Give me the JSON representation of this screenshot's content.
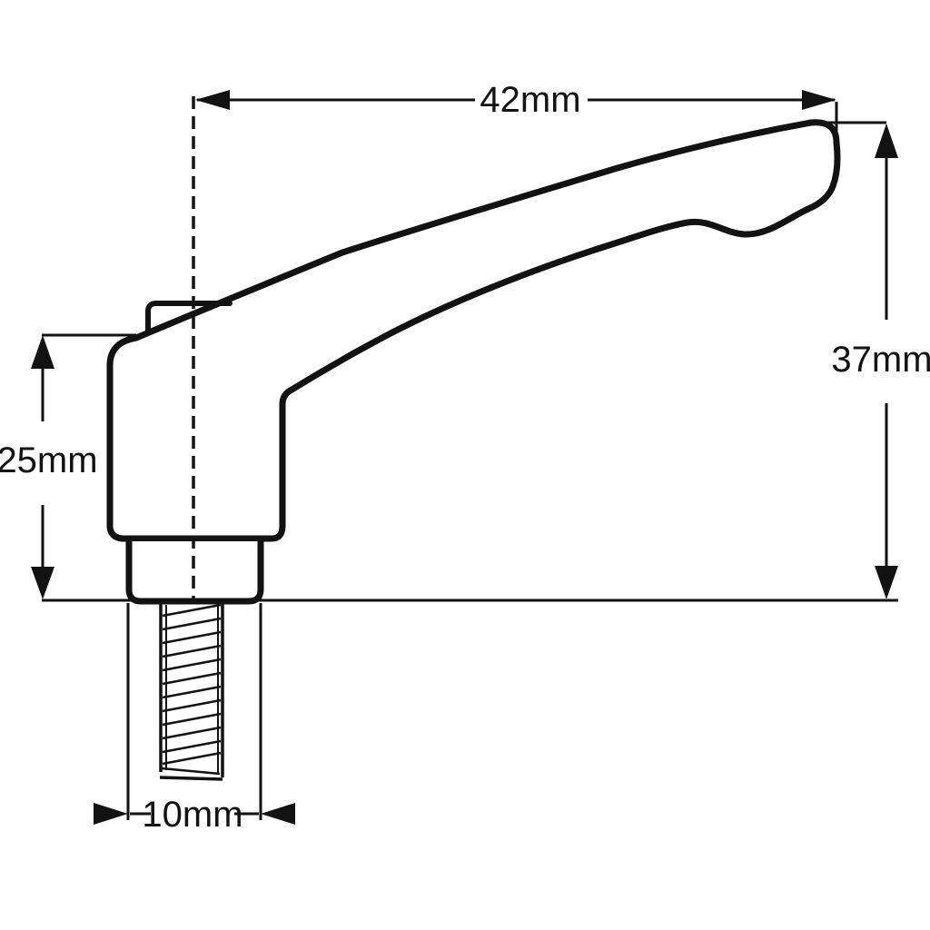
{
  "drawing": {
    "description": "Side-view technical dimension drawing of an adjustable clamping lever with threaded stud",
    "labels": {
      "overall_width": "42mm",
      "overall_height": "37mm",
      "body_height": "25mm",
      "thread_width": "10mm"
    },
    "colors": {
      "line": "#121212",
      "background": "#ffffff"
    }
  }
}
